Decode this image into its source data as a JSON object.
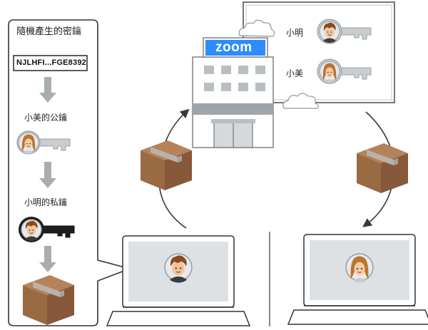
{
  "panel": {
    "title": "隨機產生的密鑰",
    "random_key": "NJLHFI...FGE8392",
    "public_key_label": "小美的公鑰",
    "private_key_label": "小明的私鑰"
  },
  "server": {
    "logo": "zoom"
  },
  "key_board": {
    "items": [
      {
        "label": "小明",
        "face": "boy"
      },
      {
        "label": "小美",
        "face": "girl"
      }
    ]
  },
  "colors": {
    "zoom_blue": "#2D8CFF",
    "box_brown": "#9A6A43",
    "box_tape": "#B8B2AA",
    "key_silver": "#C9CDD0",
    "key_black": "#1E1E1E",
    "arrow": "#3A3A3A",
    "boy_hair": "#8A4A1F",
    "girl_hair": "#B8762F"
  }
}
